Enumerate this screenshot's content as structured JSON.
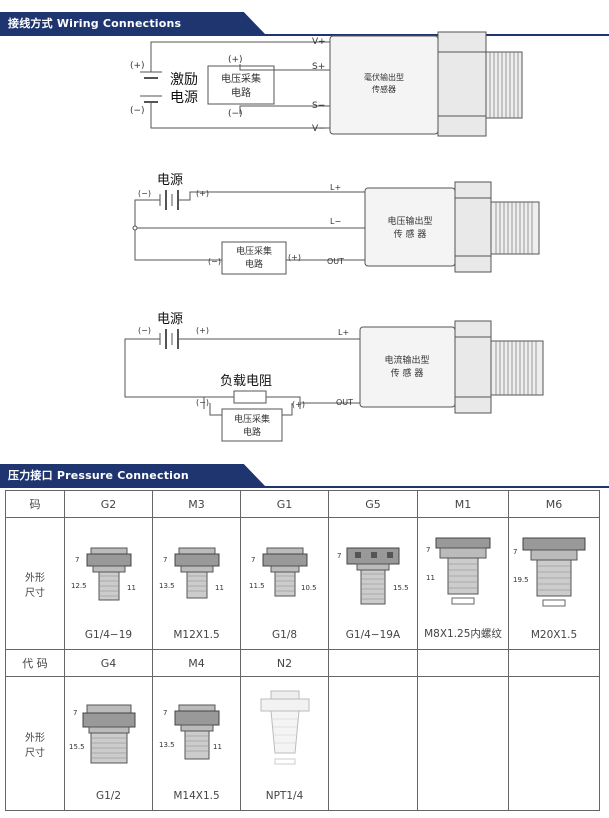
{
  "wiring": {
    "banner": "接线方式   Wiring Connections",
    "d1": {
      "supply_label_1": "激励",
      "supply_label_2": "电源",
      "plus": "(+)",
      "minus": "(−)",
      "collector_1": "电压采集",
      "collector_2": "电路",
      "vplus": "V+",
      "splus": "S+",
      "sminus": "S−",
      "vminus": "V−",
      "sensor_1": "毫伏输出型",
      "sensor_2": "传感器"
    },
    "d2": {
      "supply": "电源",
      "minus": "(−)",
      "plus": "(+)",
      "lplus": "L+",
      "lminus": "L−",
      "out": "OUT",
      "collector_1": "电压采集",
      "collector_2": "电路",
      "sensor_1": "电压输出型",
      "sensor_2": "传 感 器"
    },
    "d3": {
      "supply": "电源",
      "minus": "(−)",
      "plus": "(+)",
      "lplus": "L+",
      "load": "负载电阻",
      "out": "OUT",
      "collector_1": "电压采集",
      "collector_2": "电路",
      "sensor_1": "电流输出型",
      "sensor_2": "传 感 器"
    }
  },
  "pressure": {
    "banner": "压力接口  Pressure Connection",
    "row1_label": "码",
    "row2_label": "代 码",
    "shape_label_1": "外形",
    "shape_label_2": "尺寸",
    "row1_codes": [
      "G2",
      "M3",
      "G1",
      "G5",
      "M1",
      "M6"
    ],
    "row1_names": [
      "G1/4−19",
      "M12X1.5",
      "G1/8",
      "G1/4−19A",
      "M8X1.25内螺纹",
      "M20X1.5"
    ],
    "row2_codes": [
      "G4",
      "M4",
      "N2"
    ],
    "row2_names": [
      "G1/2",
      "M14X1.5",
      "NPT1/4"
    ],
    "dims": {
      "g2": [
        "7",
        "12.5",
        "11"
      ],
      "m3": [
        "7",
        "13.5",
        "11"
      ],
      "g1": [
        "7",
        "11.5",
        "10.5"
      ],
      "g5": [
        "7",
        "15.5"
      ],
      "m1": [
        "7",
        "11"
      ],
      "m6": [
        "7",
        "19.5"
      ],
      "g4": [
        "7",
        "15.5"
      ],
      "m4": [
        "7",
        "13.5",
        "11"
      ]
    }
  }
}
